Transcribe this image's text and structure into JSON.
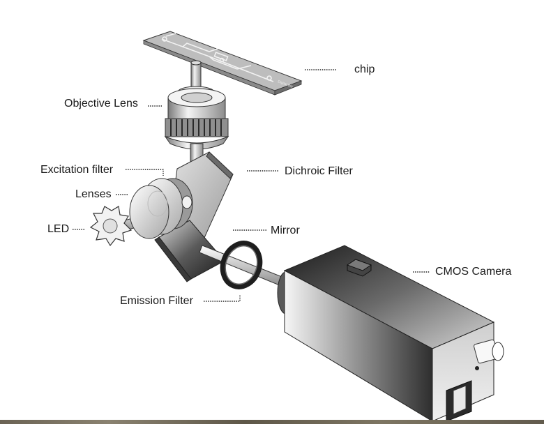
{
  "labels": {
    "chip": "chip",
    "objective_lens": "Objective Lens",
    "excitation_filter": "Excitation filter",
    "dichroic_filter": "Dichroic Filter",
    "lenses": "Lenses",
    "led": "LED",
    "mirror": "Mirror",
    "cmos_camera": "CMOS Camera",
    "emission_filter": "Emission Filter"
  },
  "chip_text": "Digital Bio"
}
